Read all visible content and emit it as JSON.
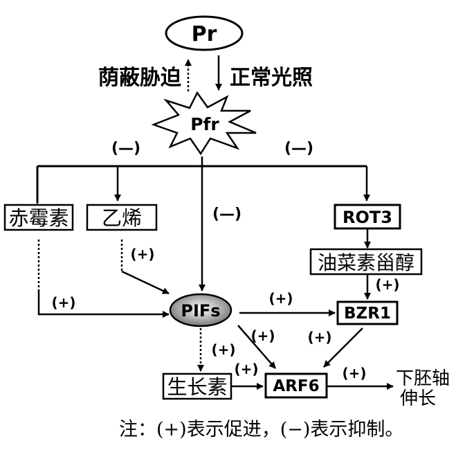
{
  "nodes": {
    "pr": "Pr",
    "pfr": "Pfr",
    "shade": "荫蔽胁迫",
    "normal_light": "正常光照",
    "gibberellin": "赤霉素",
    "ethylene": "乙烯",
    "rot3": "ROT3",
    "brassinosteroid": "油菜素甾醇",
    "pifs": "PIFs",
    "bzr1": "BZR1",
    "auxin": "生长素",
    "arf6": "ARF6",
    "hypocotyl_line1": "下胚轴",
    "hypocotyl_line2": "伸长"
  },
  "signs": {
    "inhibit": "(—)",
    "promote": "(+)"
  },
  "note": "注：(+)表示促进，(−)表示抑制。"
}
